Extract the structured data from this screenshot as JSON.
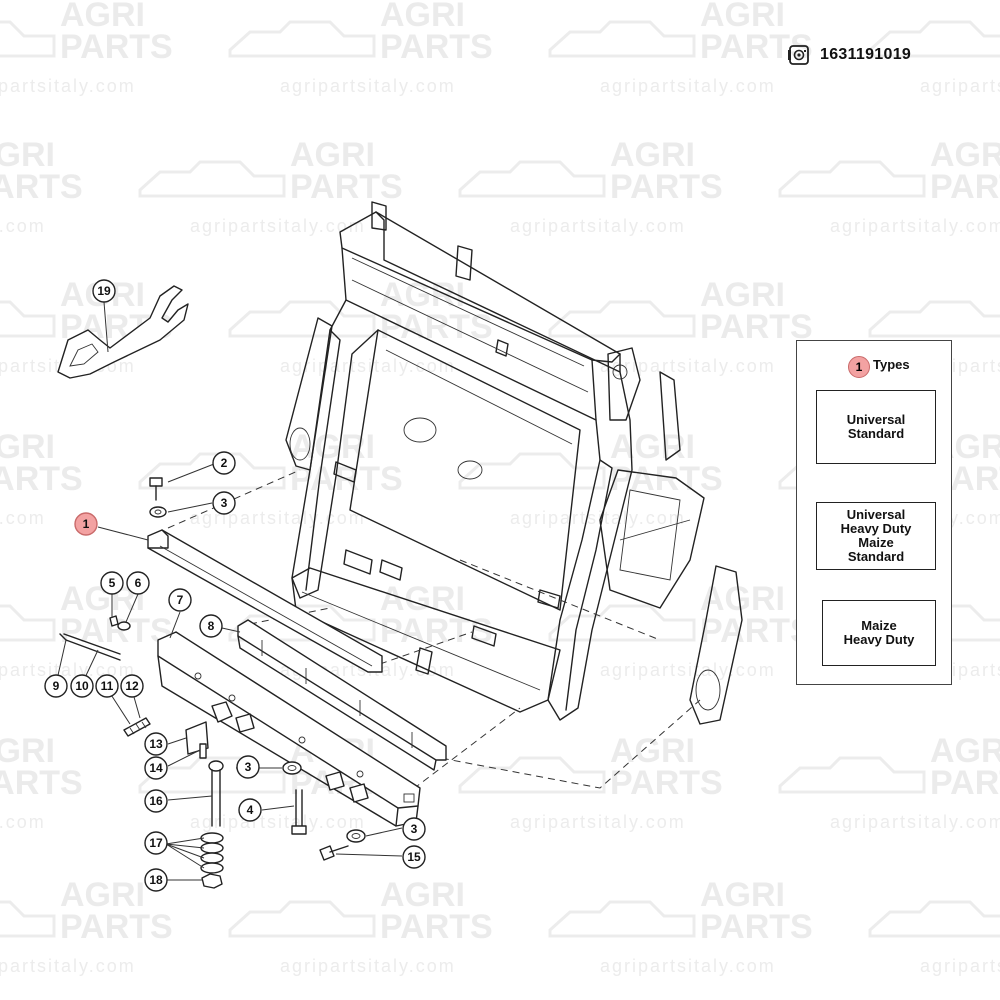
{
  "header": {
    "part_number": "1631191019",
    "part_icon": "exploded-parts-icon"
  },
  "watermark": {
    "line1": "AGRI",
    "line2": "PARTS",
    "url": "agripartsitaly.com"
  },
  "types_panel": {
    "badge": "1",
    "title": "Types",
    "types": [
      {
        "label": "Universal\nStandard"
      },
      {
        "label": "Universal\nHeavy Duty\nMaize\nStandard"
      },
      {
        "label": "Maize\nHeavy Duty"
      }
    ]
  },
  "callouts": {
    "c1": "1",
    "c2": "2",
    "c3a": "3",
    "c3b": "3",
    "c3c": "3",
    "c4": "4",
    "c5": "5",
    "c6": "6",
    "c7": "7",
    "c8": "8",
    "c9": "9",
    "c10": "10",
    "c11": "11",
    "c12": "12",
    "c13": "13",
    "c14": "14",
    "c15": "15",
    "c16": "16",
    "c17": "17",
    "c18": "18",
    "c19": "19"
  },
  "colors": {
    "highlight": "#f3a2a2",
    "line": "#222222",
    "watermark": "#ebebeb"
  }
}
